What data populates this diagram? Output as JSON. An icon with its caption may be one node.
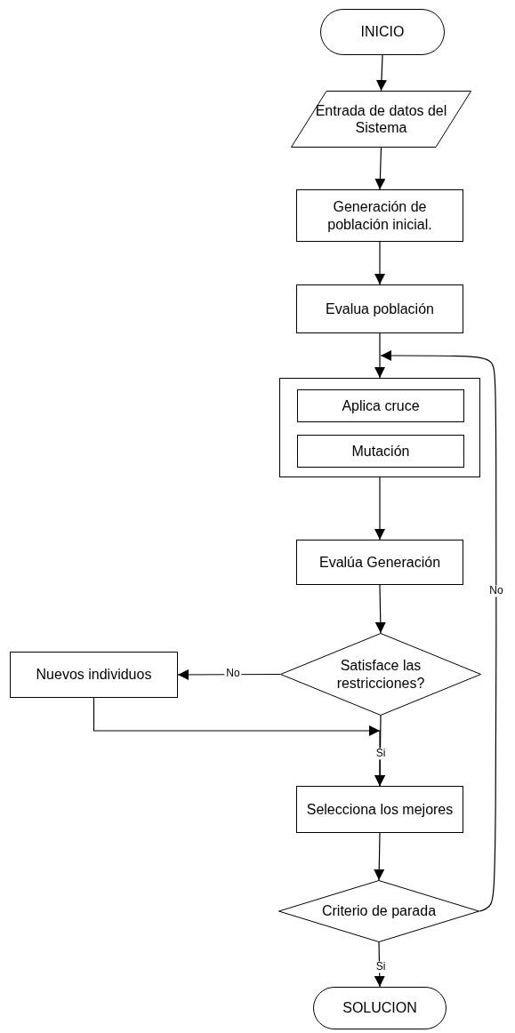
{
  "diagram": {
    "nodes": [
      {
        "text": [
          "INICIO"
        ]
      },
      {
        "text": [
          "Entrada de datos del Sistema"
        ]
      },
      {
        "text": [
          "Generación de población inicial."
        ]
      },
      {
        "text": [
          "Evalua población"
        ]
      },
      {
        "text": [],
        "shape": "box"
      },
      {
        "text": [
          "Aplica cruce"
        ],
        "in": 4
      },
      {
        "text": [
          "Mutación"
        ],
        "in": 4
      },
      {
        "text": [
          "Evalúa Generación"
        ]
      },
      {
        "text": [
          "Satisface las restricciones?"
        ]
      },
      {
        "text": [
          "Nuevos individuos"
        ]
      },
      {
        "text": [
          "Selecciona los mejores"
        ]
      },
      {
        "text": [
          "Criterio de parada"
        ]
      },
      {
        "text": [
          "SOLUCION"
        ]
      }
    ],
    "edges": [
      {
        "from": 0,
        "to": 1,
        "arrow": "to"
      },
      {
        "from": 1,
        "to": 2,
        "arrow": "to"
      },
      {
        "from": 2,
        "to": 3,
        "arrow": "to"
      },
      {
        "from": 3,
        "to": 4,
        "arrow": "to"
      },
      {
        "from": 4,
        "to": 7,
        "arrow": "to"
      },
      {
        "from": 7,
        "to": 8,
        "arrow": "to"
      },
      {
        "from": 8,
        "to": 9,
        "arrow": "to",
        "label": "No"
      },
      {
        "from": 9,
        "to": 10,
        "arrow": "to"
      },
      {
        "from": 8,
        "to": 10,
        "arrow": "to",
        "label": "Si"
      },
      {
        "from": 10,
        "to": 11,
        "arrow": "to"
      },
      {
        "from": 11,
        "to": 12,
        "arrow": "to",
        "label": "Si"
      },
      {
        "from": 11,
        "to": 4,
        "arrow": "to",
        "label": "No"
      }
    ]
  }
}
